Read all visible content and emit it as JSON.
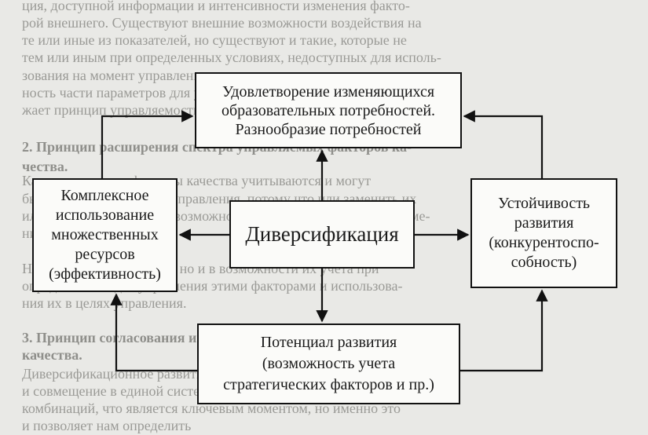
{
  "background_text": [
    {
      "text": "ция, доступной информации и интенсивности изменения факто-",
      "bold": false
    },
    {
      "text": "рой внешнего. Существуют внешние возможности воздействия на",
      "bold": false
    },
    {
      "text": "те или иные из показателей, но существуют и такие, которые не",
      "bold": false
    },
    {
      "text": "тем или иным при определенных условиях, недоступных для исполь-",
      "bold": false
    },
    {
      "text": "зования на момент управления, но принципиально в подчинении",
      "bold": false
    },
    {
      "text": "ность части параметров для управляющего воздействия. Это и отра-",
      "bold": false
    },
    {
      "text": "жает принцип управляемости.",
      "bold": false
    },
    {
      "text": "2. Принцип расширения спектра управляемых факторов ка-",
      "bold": true
    },
    {
      "text": "чества.",
      "bold": true
    },
    {
      "text": "Как видно, не все факторы качества учитываются и могут",
      "bold": false
    },
    {
      "text": "быть учтены в процессе управления, потому что или заменить их",
      "bold": false
    },
    {
      "text": "или вовлечь в процесс невозможно, или нецелесообразно по време-",
      "bold": false
    },
    {
      "text": "ни и затратам.",
      "bold": false
    },
    {
      "text": "Но дело не только в этом, но и в возможности их учета при",
      "bold": false
    },
    {
      "text": "определении задач управления этими факторами и использова-",
      "bold": false
    },
    {
      "text": "ния их в целях управления.",
      "bold": false
    },
    {
      "text": "3. Принцип согласования и комплексности управления факторами",
      "bold": true
    },
    {
      "text": "качества.",
      "bold": true
    },
    {
      "text": "Диверсификационное развитие требует учета набора факторов, но",
      "bold": false
    },
    {
      "text": "и совмещение в единой системе управления многих факторов, их",
      "bold": false
    },
    {
      "text": "комбинаций, что является ключевым моментом, но именно это",
      "bold": false
    },
    {
      "text": "и позволяет нам определить",
      "bold": false
    }
  ],
  "diagram": {
    "top": {
      "lines": [
        "Удовлетворение изменяющихся",
        "образовательных потребностей.",
        "Разнообразие потребностей"
      ]
    },
    "center": {
      "lines": [
        "Диверсификация"
      ]
    },
    "left": {
      "lines": [
        "Комплексное",
        "использование",
        "множественных",
        "ресурсов",
        "(эффективность)"
      ]
    },
    "right": {
      "lines": [
        "Устойчивость",
        "развития",
        "(конкурентоспо-",
        "собность)"
      ]
    },
    "bottom": {
      "lines": [
        "Потенциал развития",
        "(возможность учета",
        "стратегических факторов и пр.)"
      ]
    }
  }
}
